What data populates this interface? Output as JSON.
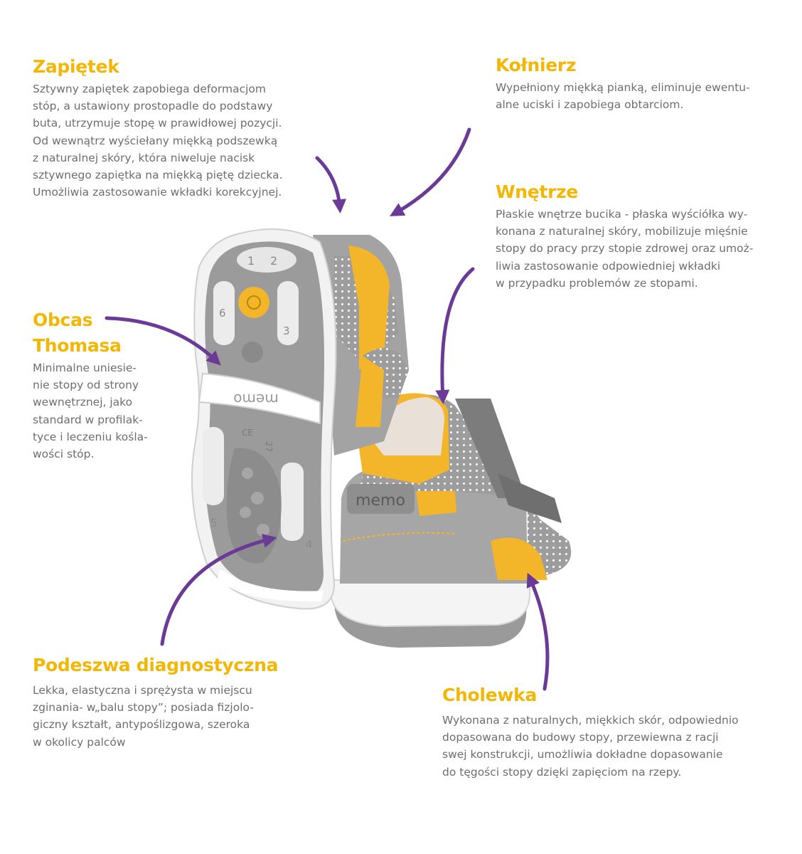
{
  "colors": {
    "accent_yellow": "#f2b705",
    "arrow_purple": "#6b3a96",
    "text_gray": "#6e6e6e",
    "shoe_gray": "#9a9a9a",
    "shoe_yellow": "#f3b52a"
  },
  "sections": {
    "zapietek": {
      "title": "Zapiętek",
      "text": "Sztywny zapiętek zapobiega deformacjom\nstóp, a ustawiony prostopadle do podstawy\nbuta, utrzymuje stopę w prawidłowej pozycji.\nOd wewnątrz wyściełany miękką podszewką\nz naturalnej skóry, która niweluje nacisk\nsztywnego zapiętka na miękką piętę dziecka.\nUmożliwia zastosowanie wkładki korekcyjnej."
    },
    "kolnierz": {
      "title": "Kołnierz",
      "text": "Wypełniony miękką pianką, eliminuje ewentu-\nalne uciski i zapobiega obtarciom."
    },
    "wnetrze": {
      "title": "Wnętrze",
      "text": "Płaskie wnętrze bucika - płaska wyściółka wy-\nkonana z naturalnej skóry, mobilizuje mięśnie\nstopy do pracy przy stopie zdrowej oraz umoż-\nliwia zastosowanie odpowiedniej wkładki\nw przypadku problemów ze stopami."
    },
    "obcas": {
      "title_line1": "Obcas",
      "title_line2": "Thomasa",
      "text": "Minimalne uniesie-\nnie stopy od strony\nwewnętrznej, jako\nstandard w profilak-\ntyce i leczeniu kośla-\nwości stóp."
    },
    "podeszwa": {
      "title": "Podeszwa diagnostyczna",
      "text": "Lekka, elastyczna i sprężysta w miejscu\nzginania- w„balu stopy”; posiada fizjolo-\ngiczny kształt, antypoślizgowa, szeroka\nw okolicy palców"
    },
    "cholewka": {
      "title": "Cholewka",
      "text": "Wykonana z naturalnych, miękkich skór, odpowiednio\ndopasowana do budowy stopy, przewiewna z racji\nswej konstrukcji, umożliwia dokładne dopasowanie\ndo tęgości stopy dzięki zapięciom na rzepy."
    }
  },
  "illustration": {
    "sole_brand": "memo",
    "tab_brand": "memo",
    "sole_numbers": [
      "1",
      "2",
      "3",
      "4",
      "5",
      "6"
    ],
    "sole_size": "27",
    "sole_mark": "CE"
  }
}
